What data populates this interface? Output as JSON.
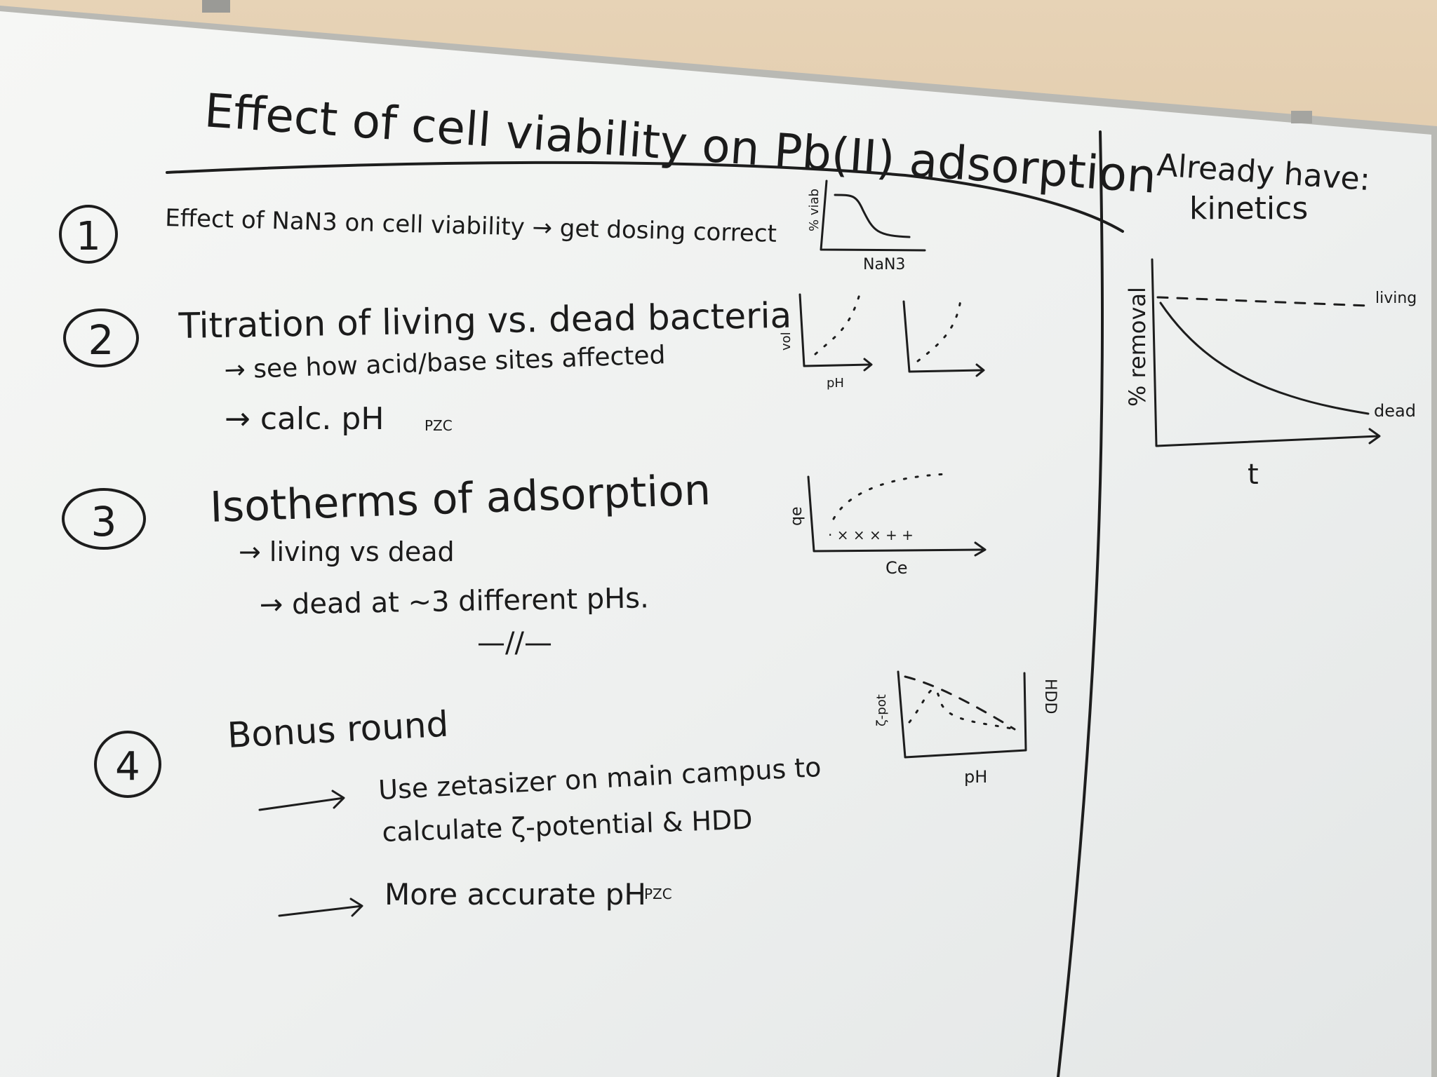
{
  "title": "Effect of cell viability on Pb(II) adsorption",
  "items": [
    {
      "number": "1",
      "text": "Effect of NaN3 on cell viability → get dosing correct",
      "graph": {
        "ylabel": "% viab",
        "xlabel": "NaN3"
      }
    },
    {
      "number": "2",
      "text": "Titration of living vs. dead bacteria",
      "sub": [
        "→ see how acid/base sites affected",
        "→ calc. pH"
      ],
      "sub2_subscript": "PZC",
      "graph": {
        "ylabel": "vol",
        "xlabel": "pH"
      }
    },
    {
      "number": "3",
      "text": "Isotherms of adsorption",
      "sub": [
        "→ living vs dead",
        "→ dead at ~3 different pHs."
      ],
      "divider": "—//—",
      "graph": {
        "ylabel": "qe",
        "xlabel": "Ce"
      }
    },
    {
      "number": "4",
      "text": "Bonus round",
      "sub": [
        "Use zetasizer on main campus to",
        "calculate ζ-potential & HDD",
        "More accurate pH"
      ],
      "sub3_subscript": "PZC",
      "graph": {
        "ylabel": "ζ-pot",
        "y2label": "HDD",
        "xlabel": "pH"
      }
    }
  ],
  "side_note": {
    "heading": [
      "Already have:",
      "kinetics"
    ],
    "graph": {
      "ylabel": "% removal",
      "xlabel": "t",
      "series": [
        "living",
        "dead"
      ]
    }
  },
  "colors": {
    "wall": "#dcc4a4",
    "board": "#f3f4f2",
    "frame": "#b9b9b4",
    "ink": "#1d1d1d"
  }
}
